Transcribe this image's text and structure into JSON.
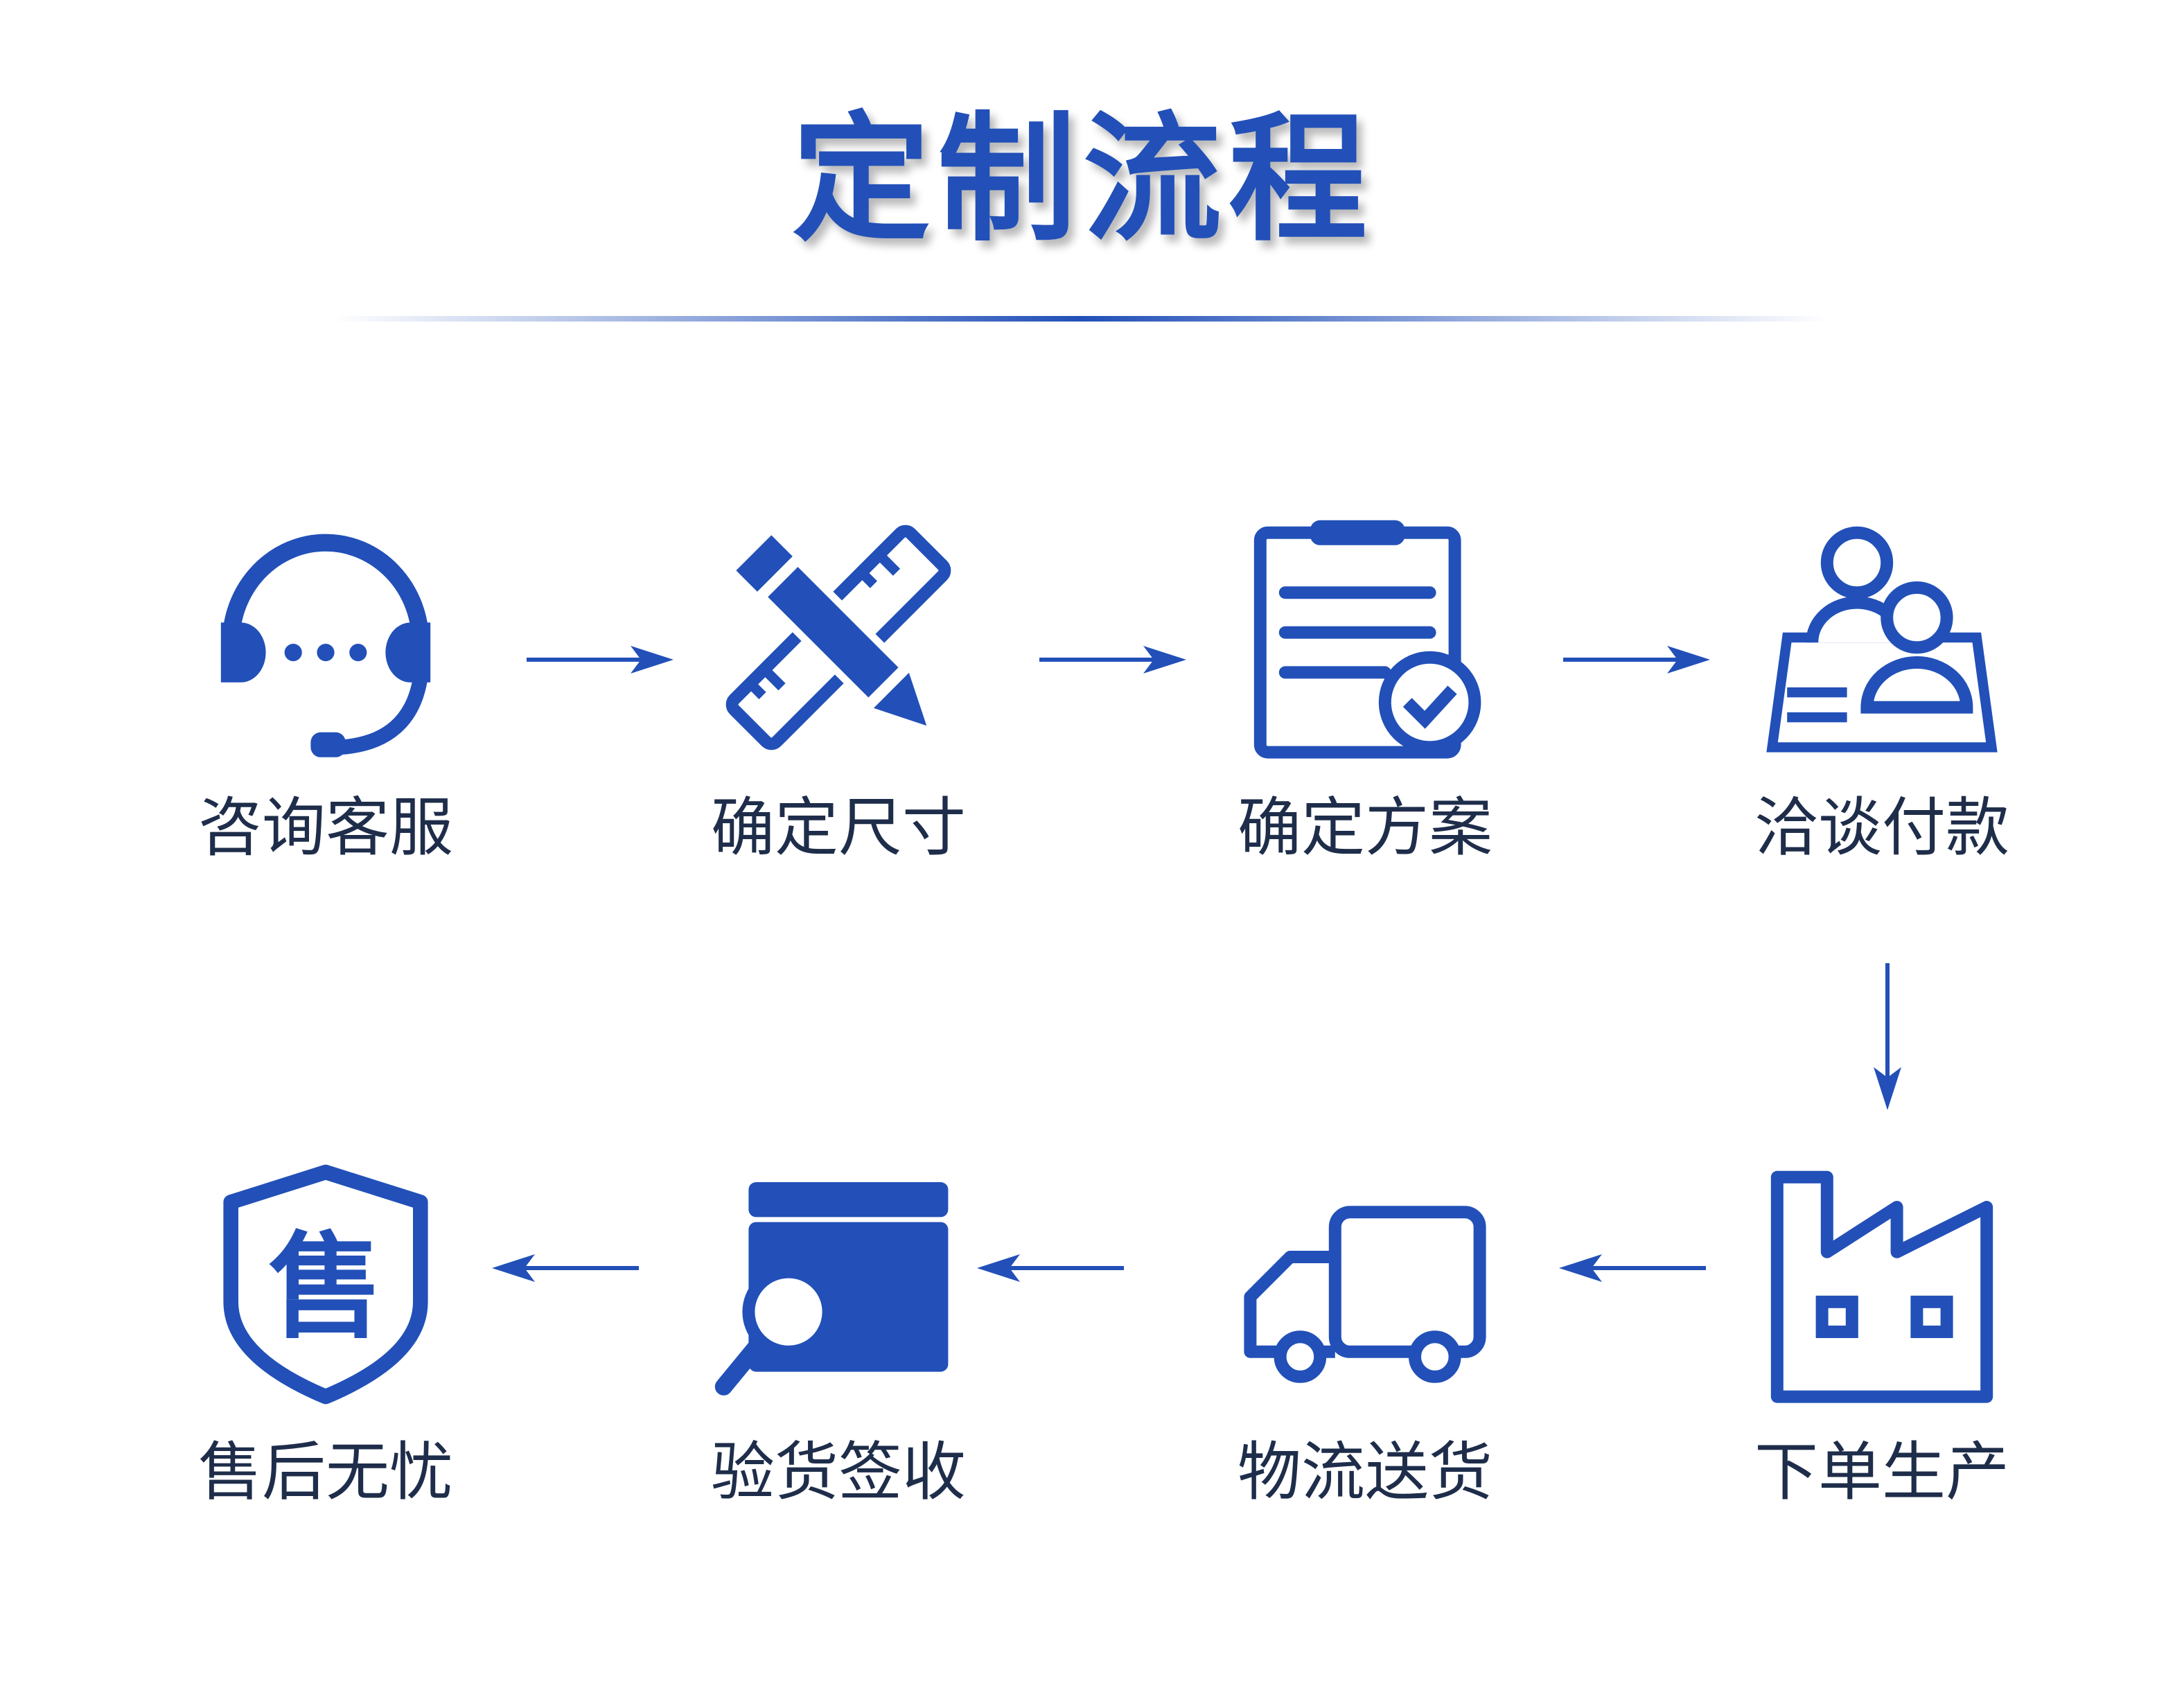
{
  "title": "定制流程",
  "colors": {
    "accent": "#2250b8",
    "text": "#1e2d4a"
  },
  "steps": [
    {
      "label": "咨询客服",
      "icon": "headset-icon"
    },
    {
      "label": "确定尺寸",
      "icon": "ruler-pencil-icon"
    },
    {
      "label": "确定方案",
      "icon": "clipboard-check-icon"
    },
    {
      "label": "洽谈付款",
      "icon": "people-meeting-icon"
    },
    {
      "label": "下单生产",
      "icon": "factory-icon"
    },
    {
      "label": "物流送货",
      "icon": "truck-icon"
    },
    {
      "label": "验货签收",
      "icon": "box-search-icon"
    },
    {
      "label": "售后无忧",
      "icon": "after-sales-shield-icon"
    }
  ],
  "shield_char": "售"
}
